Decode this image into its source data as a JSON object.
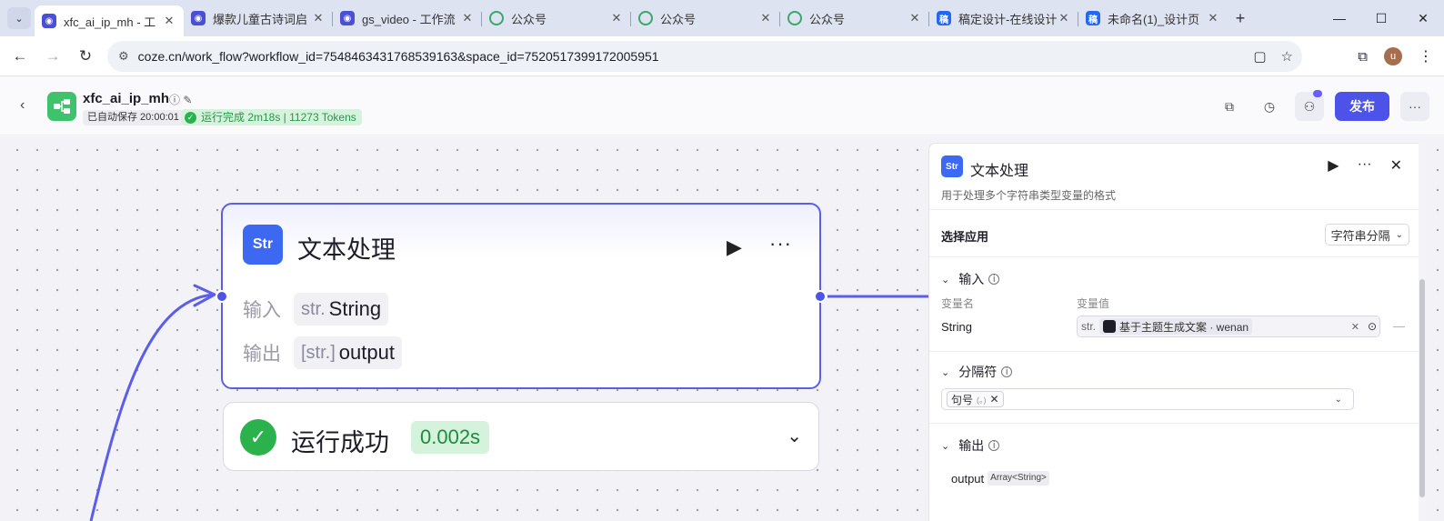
{
  "browser": {
    "tabs": [
      {
        "title": "xfc_ai_ip_mh - 工",
        "icon": "coze-icon",
        "active": true
      },
      {
        "title": "爆款儿童古诗词启",
        "icon": "coze-icon",
        "active": false
      },
      {
        "title": "gs_video - 工作流",
        "icon": "coze-icon",
        "active": false
      },
      {
        "title": "公众号",
        "icon": "openai-icon",
        "active": false
      },
      {
        "title": "公众号",
        "icon": "openai-icon",
        "active": false
      },
      {
        "title": "公众号",
        "icon": "openai-icon",
        "active": false
      },
      {
        "title": "稿定设计-在线设计",
        "icon": "gaoding-icon",
        "active": false
      },
      {
        "title": "未命名(1)_设计页",
        "icon": "gaoding-icon",
        "active": false
      }
    ],
    "gaoding_glyph": "稿",
    "newtab": "+",
    "url": "coze.cn/work_flow?workflow_id=7548463431768539163&space_id=7520517399172005951",
    "profile_initial": "u"
  },
  "header": {
    "workflow_name": "xfc_ai_ip_mh",
    "autosave": "已自动保存 20:00:01",
    "run_status": "运行完成 2m18s | 11273 Tokens",
    "publish_label": "发布"
  },
  "node": {
    "icon_text": "Str",
    "title": "文本处理",
    "input_label": "输入",
    "input_type": "str.",
    "input_value": "String",
    "output_label": "输出",
    "output_type": "[str.]",
    "output_value": "output",
    "result_text": "运行成功",
    "result_time": "0.002s"
  },
  "panel": {
    "icon_text": "Str",
    "title": "文本处理",
    "description": "用于处理多个字符串类型变量的格式",
    "app_label": "选择应用",
    "app_value": "字符串分隔",
    "input_section": "输入",
    "col_name": "变量名",
    "col_value": "变量值",
    "var_name": "String",
    "var_type": "str.",
    "var_ref": "基于主题生成文案 · wenan",
    "separator_section": "分隔符",
    "separator_tag": "句号",
    "separator_sub": "(。)",
    "output_section": "输出",
    "output_name": "output",
    "output_type": "Array<String>"
  },
  "colors": {
    "accent": "#4d53e8",
    "success": "#2bb24c",
    "node_icon": "#3d68f2",
    "logo": "#3ec26b"
  }
}
